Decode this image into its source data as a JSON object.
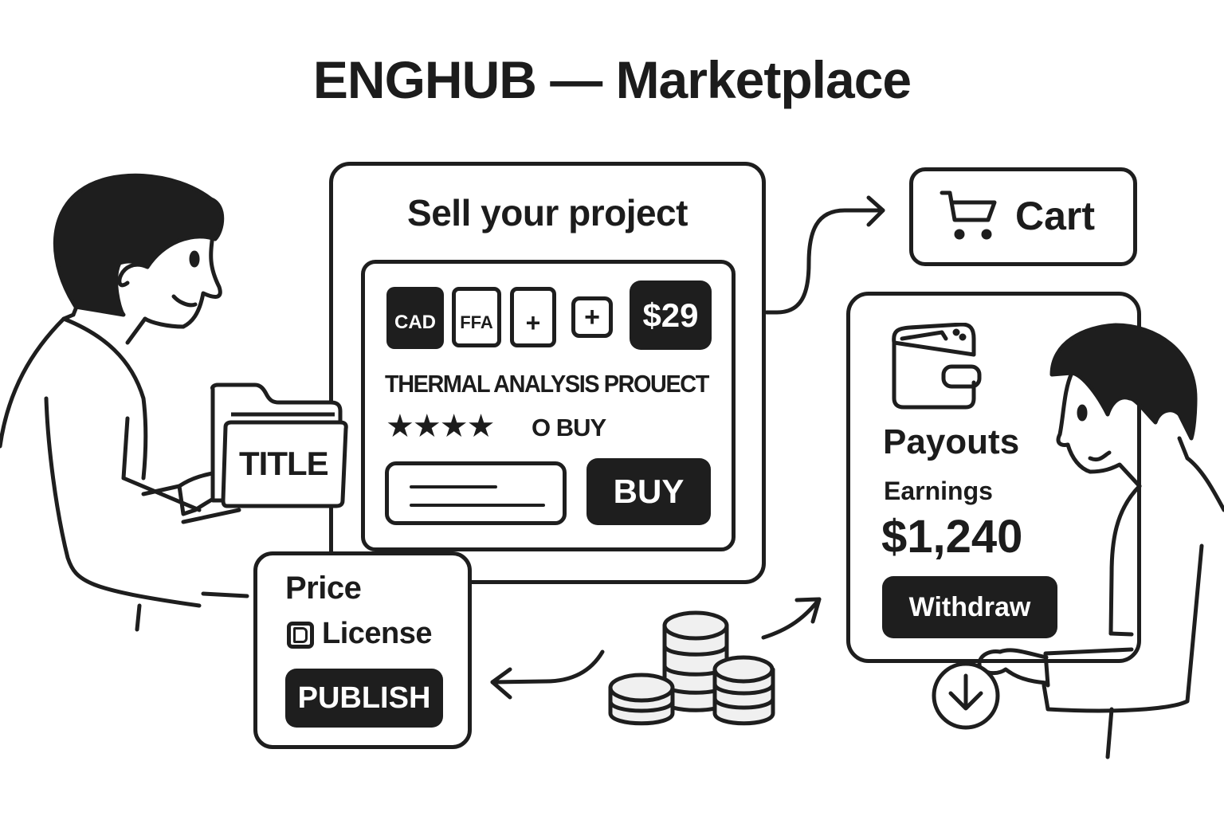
{
  "header": {
    "title": "ENGHUB — Marketplace"
  },
  "sell_panel": {
    "heading": "Sell your project",
    "listing_card": {
      "file_badges": [
        {
          "label": "CAD",
          "icon": "cad-file-icon",
          "style": "filled"
        },
        {
          "label": "FFA",
          "icon": "ffa-file-icon",
          "style": "outlined"
        },
        {
          "label": "+",
          "icon": "add-file-icon",
          "style": "outlined"
        },
        {
          "label": "+",
          "icon": "add-square-icon",
          "style": "outlined"
        }
      ],
      "price_badge": "$29",
      "project_title": "THERMAL ANALYSIS PROUECT",
      "rating_stars": 4,
      "rating_suffix": "O BUY",
      "buy_button": "BUY"
    }
  },
  "folder": {
    "label": "TITLE"
  },
  "publish_panel": {
    "price_label": "Price",
    "license_label": "License",
    "publish_button": "PUBLISH"
  },
  "cart": {
    "label": "Cart",
    "icon": "shopping-cart-icon"
  },
  "payouts_panel": {
    "icon": "wallet-icon",
    "heading": "Payouts",
    "earnings_label": "Earnings",
    "earnings_value": "$1,240",
    "withdraw_button": "Withdraw"
  },
  "colors": {
    "ink": "#1e1e1e",
    "background": "#ffffff",
    "coin_fill": "#f0f0f0"
  }
}
